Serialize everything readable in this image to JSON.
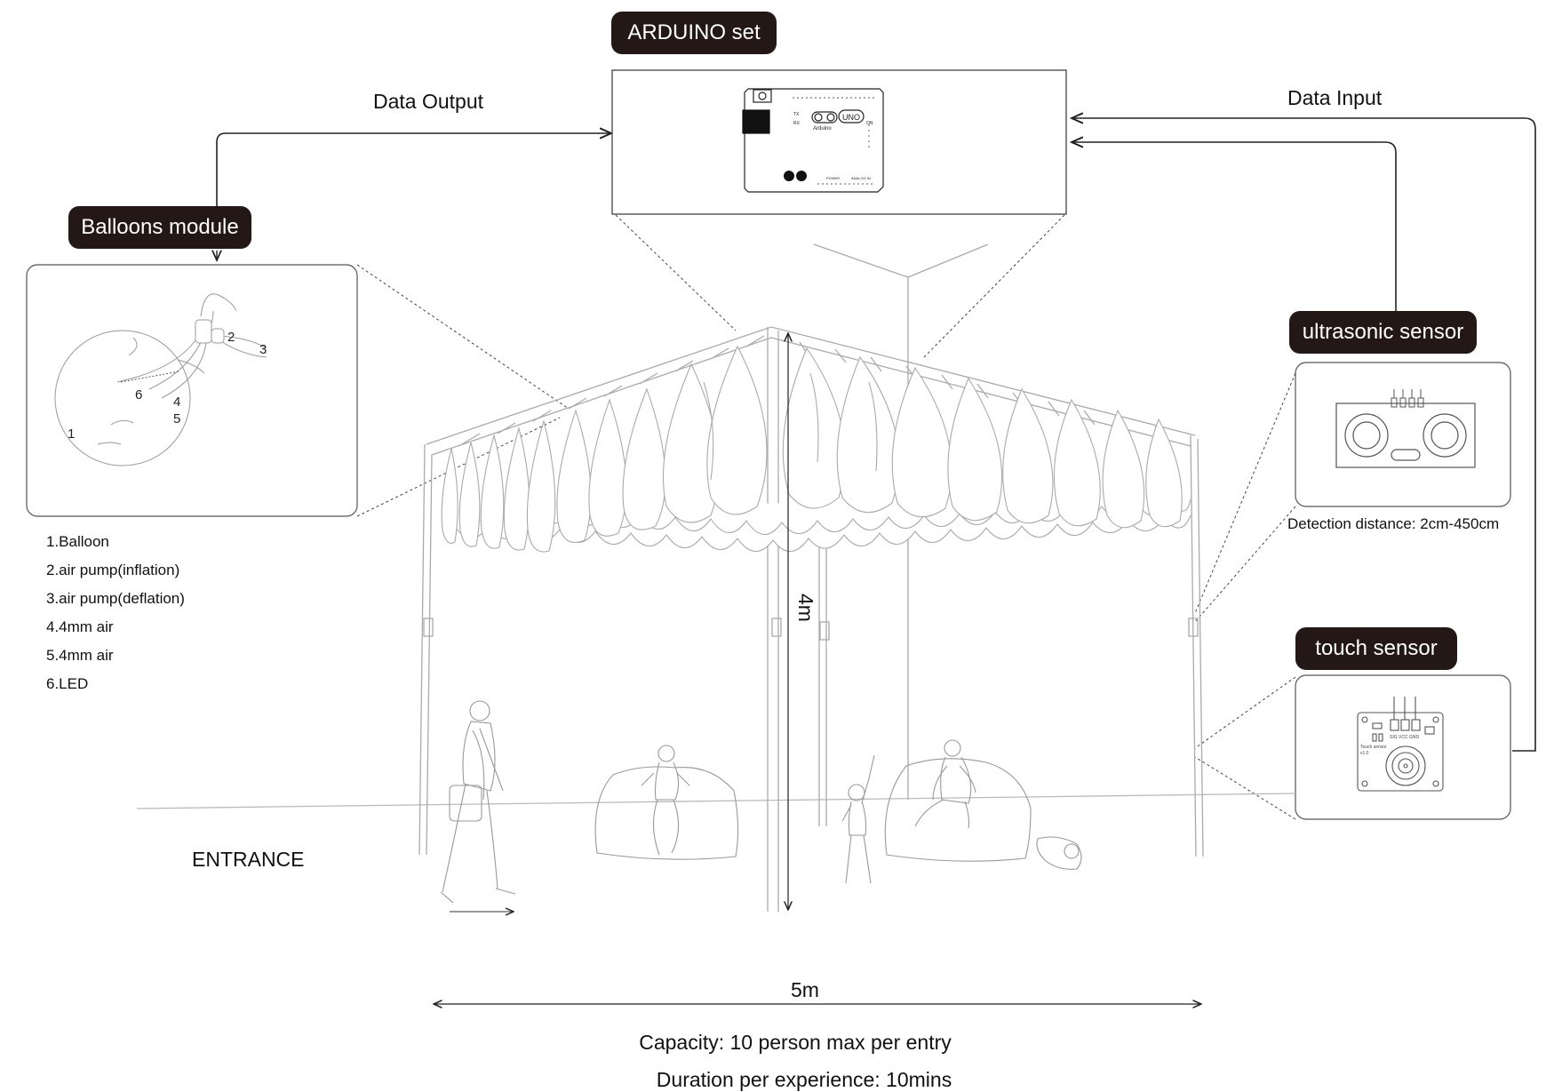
{
  "labels": {
    "arduino": "ARDUINO set",
    "balloons_module": "Balloons module",
    "ultrasonic_sensor": "ultrasonic sensor",
    "touch_sensor": "touch sensor",
    "data_output": "Data Output",
    "data_input": "Data Input",
    "detection_distance": "Detection distance: 2cm-450cm",
    "entrance": "ENTRANCE",
    "height": "4m",
    "width": "5m",
    "capacity": "Capacity: 10 person max per entry",
    "duration": "Duration per experience: 10mins"
  },
  "balloon_parts": [
    "1.Balloon",
    "2.air pump(inflation)",
    "3.air pump(deflation)",
    "4.4mm air",
    "5.4mm air",
    "6.LED"
  ],
  "balloon_part_numbers": [
    "1",
    "2",
    "3",
    "4",
    "5",
    "6"
  ],
  "board_text": {
    "uno": "UNO",
    "brand": "Arduino",
    "on": "ON",
    "tx": "TX",
    "rx": "RX",
    "power": "POWER",
    "analog_in": "ANALOG IN"
  },
  "touch_board_text": {
    "pins": "SIG VCC GND",
    "name": "Touch sensor",
    "version": "v1.0"
  },
  "colors": {
    "pill_bg": "#231815",
    "line": "#222222",
    "sketch": "#9a9a9a"
  }
}
